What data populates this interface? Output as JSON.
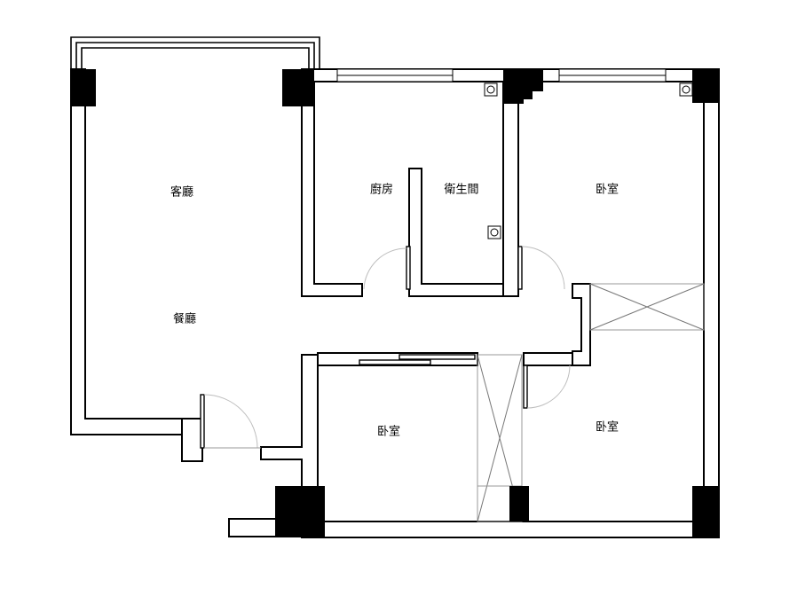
{
  "rooms": {
    "living": "客廳",
    "dining": "餐廳",
    "kitchen": "廚房",
    "bathroom": "衛生間",
    "bedroom_ne": "卧室",
    "bedroom_s": "卧室",
    "bedroom_se": "卧室"
  }
}
